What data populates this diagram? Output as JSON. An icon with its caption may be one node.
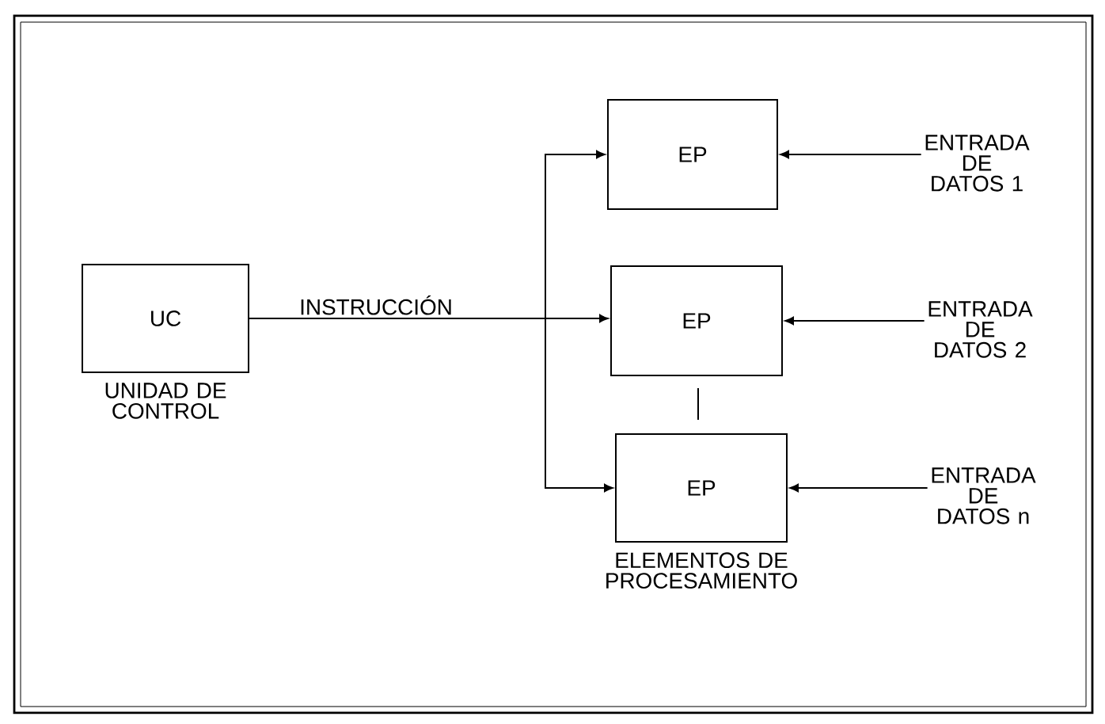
{
  "diagram": {
    "nodes": [
      {
        "text": [
          "UC"
        ],
        "beside": [
          "UNIDAD DE CONTROL"
        ]
      },
      {
        "text": [
          "EP"
        ]
      },
      {
        "text": [
          "EP"
        ]
      },
      {
        "text": [
          "EP"
        ],
        "beside": [
          "ELEMENTOS DE PROCESAMIENTO"
        ]
      },
      {
        "text": [
          "ENTRADA DE DATOS 1"
        ]
      },
      {
        "text": [
          "ENTRADA DE DATOS 2"
        ]
      },
      {
        "text": [
          "ENTRADA DE DATOS n"
        ]
      }
    ],
    "edges": [
      {
        "from": 0,
        "to": 1,
        "arrow": "to"
      },
      {
        "from": 0,
        "to": 2,
        "arrow": "to",
        "label": "INSTRUCCIÓN"
      },
      {
        "from": 0,
        "to": 3,
        "arrow": "to"
      },
      {
        "from": 4,
        "to": 1,
        "arrow": "to"
      },
      {
        "from": 5,
        "to": 2,
        "arrow": "to"
      },
      {
        "from": 6,
        "to": 3,
        "arrow": "to"
      }
    ]
  }
}
